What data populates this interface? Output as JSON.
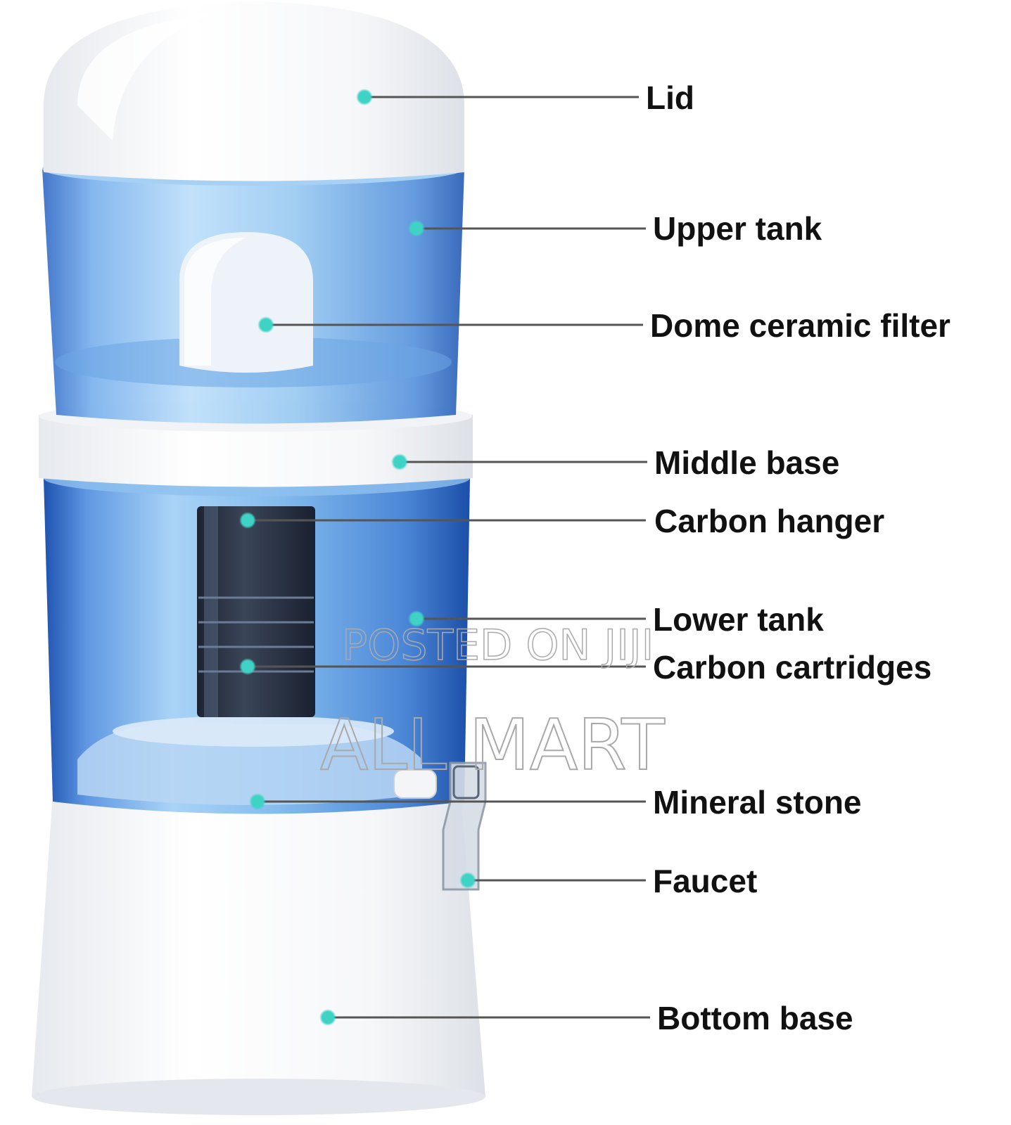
{
  "diagram": {
    "subject": "Mineral water filter/purifier dispenser",
    "callout_dot_color": "#3fd3c6",
    "leader_line_color": "#555555",
    "labels": [
      {
        "id": "lid",
        "text": "Lid"
      },
      {
        "id": "upper-tank",
        "text": "Upper tank"
      },
      {
        "id": "dome-ceramic-filter",
        "text": "Dome ceramic filter"
      },
      {
        "id": "middle-base",
        "text": "Middle base"
      },
      {
        "id": "carbon-hanger",
        "text": "Carbon hanger"
      },
      {
        "id": "lower-tank",
        "text": "Lower tank"
      },
      {
        "id": "carbon-cartridges",
        "text": "Carbon cartridges"
      },
      {
        "id": "mineral-stone",
        "text": "Mineral stone"
      },
      {
        "id": "faucet",
        "text": "Faucet"
      },
      {
        "id": "bottom-base",
        "text": "Bottom base"
      }
    ]
  },
  "watermark": {
    "line1": "POSTED ON JIJI",
    "line2": "ALL MART"
  }
}
